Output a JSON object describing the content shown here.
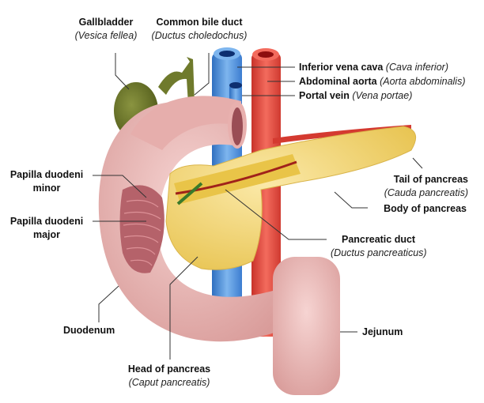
{
  "labels": {
    "gallbladder": {
      "name": "Gallbladder",
      "latin": "(Vesica fellea)"
    },
    "common_bile_duct": {
      "name": "Common bile duct",
      "latin": "(Ductus choledochus)"
    },
    "inferior_vena_cava": {
      "name": "Inferior vena cava",
      "latin": "(Cava inferior)"
    },
    "abdominal_aorta": {
      "name": "Abdominal aorta",
      "latin": "(Aorta abdominalis)"
    },
    "portal_vein": {
      "name": "Portal vein",
      "latin": "(Vena portae)"
    },
    "papilla_minor": {
      "line1": "Papilla duodeni",
      "line2": "minor"
    },
    "papilla_major": {
      "line1": "Papilla duodeni",
      "line2": "major"
    },
    "tail_of_pancreas": {
      "name": "Tail of pancreas",
      "latin": "(Cauda pancreatis)"
    },
    "body_of_pancreas": {
      "name": "Body of pancreas"
    },
    "pancreatic_duct": {
      "name": "Pancreatic duct",
      "latin": "(Ductus pancreaticus)"
    },
    "duodenum": {
      "name": "Duodenum"
    },
    "jejunum": {
      "name": "Jejunum"
    },
    "head_of_pancreas": {
      "name": "Head of pancreas",
      "latin": "(Caput pancreatis)"
    }
  },
  "colors": {
    "vein": "#4a8fd8",
    "artery": "#e0483a",
    "duodenum": "#e9b5b3",
    "pancreas": "#f3d36a",
    "gallbladder": "#6f7a2c"
  }
}
